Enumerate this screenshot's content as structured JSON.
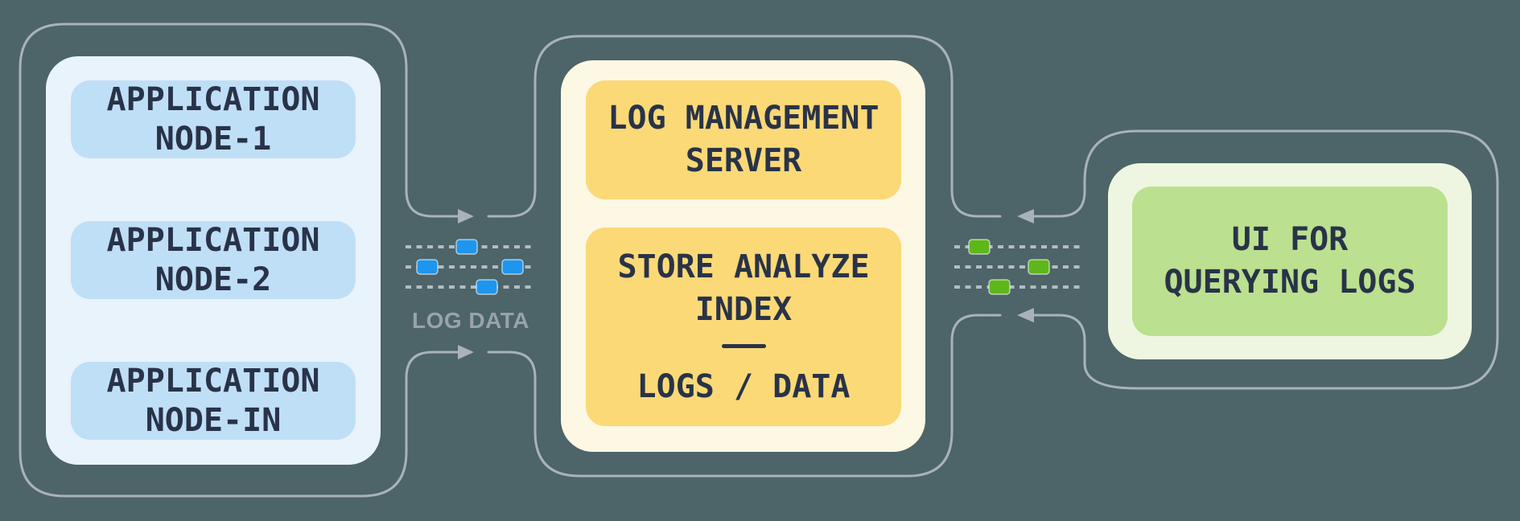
{
  "diagram": {
    "left_group": {
      "nodes": [
        {
          "line1": "APPLICATION",
          "line2": "NODE-1"
        },
        {
          "line1": "APPLICATION",
          "line2": "NODE-2"
        },
        {
          "line1": "APPLICATION",
          "line2": "NODE-IN"
        }
      ]
    },
    "middle_group": {
      "server_box": {
        "line1": "LOG MANAGEMENT",
        "line2": "SERVER"
      },
      "store_box": {
        "line1": "STORE ANALYZE",
        "line2": "INDEX",
        "line3": "LOGS / DATA"
      }
    },
    "right_group": {
      "ui_box": {
        "line1": "UI FOR",
        "line2": "QUERYING LOGS"
      }
    },
    "labels": {
      "log_data": "LOG DATA"
    },
    "colors": {
      "background": "#4d6468",
      "outline_gray": "#a9b2bb",
      "dotted_gray": "#b3bcc4",
      "panel_blue": "#e9f3fc",
      "node_blue": "#bfdff7",
      "panel_cream": "#fdf8e3",
      "box_yellow": "#fbd977",
      "panel_green_light": "#eef6e1",
      "box_green": "#bbe08f",
      "packet_blue": "#1e96ed",
      "packet_green": "#5eb71a",
      "text_dark": "#293348",
      "label_gray": "#99a3ac"
    }
  }
}
